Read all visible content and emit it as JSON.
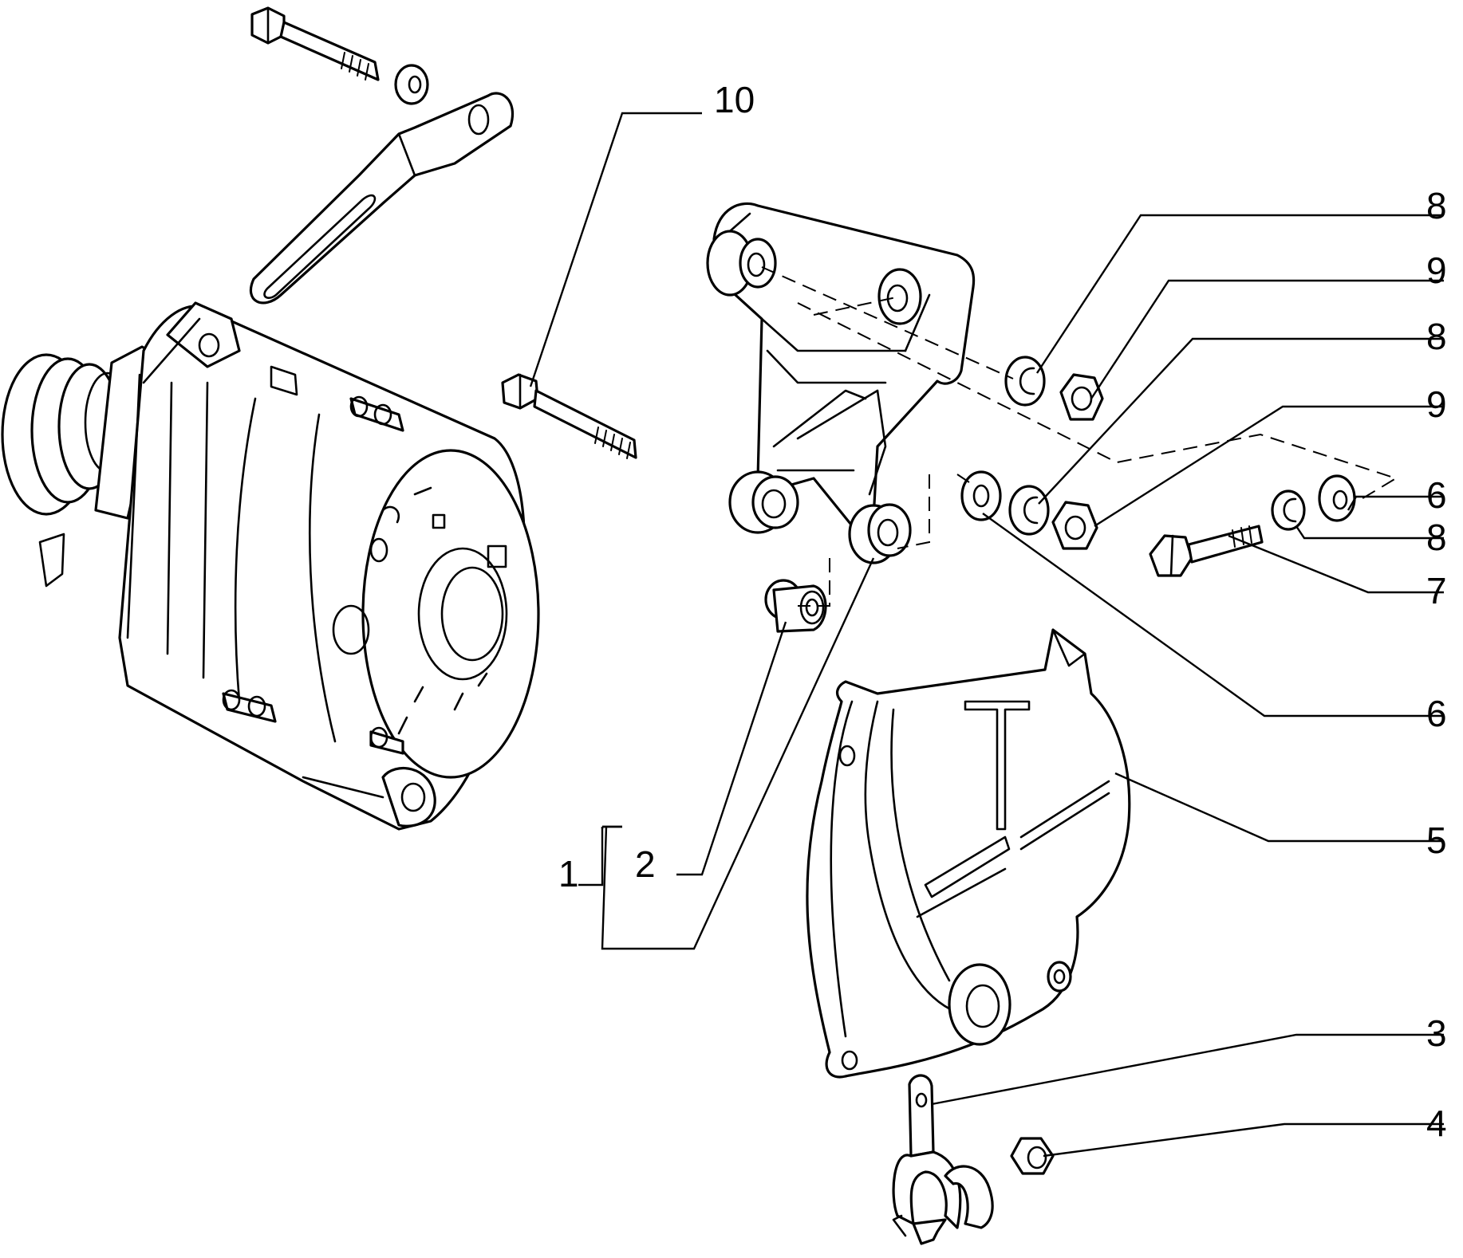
{
  "callouts": {
    "c1": "1",
    "c2": "2",
    "c3": "3",
    "c4": "4",
    "c5": "5",
    "c6_top": "6",
    "c6_bottom": "6",
    "c7": "7",
    "c8_top": "8",
    "c8_middle": "8",
    "c8_lower": "8",
    "c9_top": "9",
    "c9_middle": "9",
    "c10": "10"
  },
  "colors": {
    "line": "#000000",
    "background": "#ffffff"
  }
}
